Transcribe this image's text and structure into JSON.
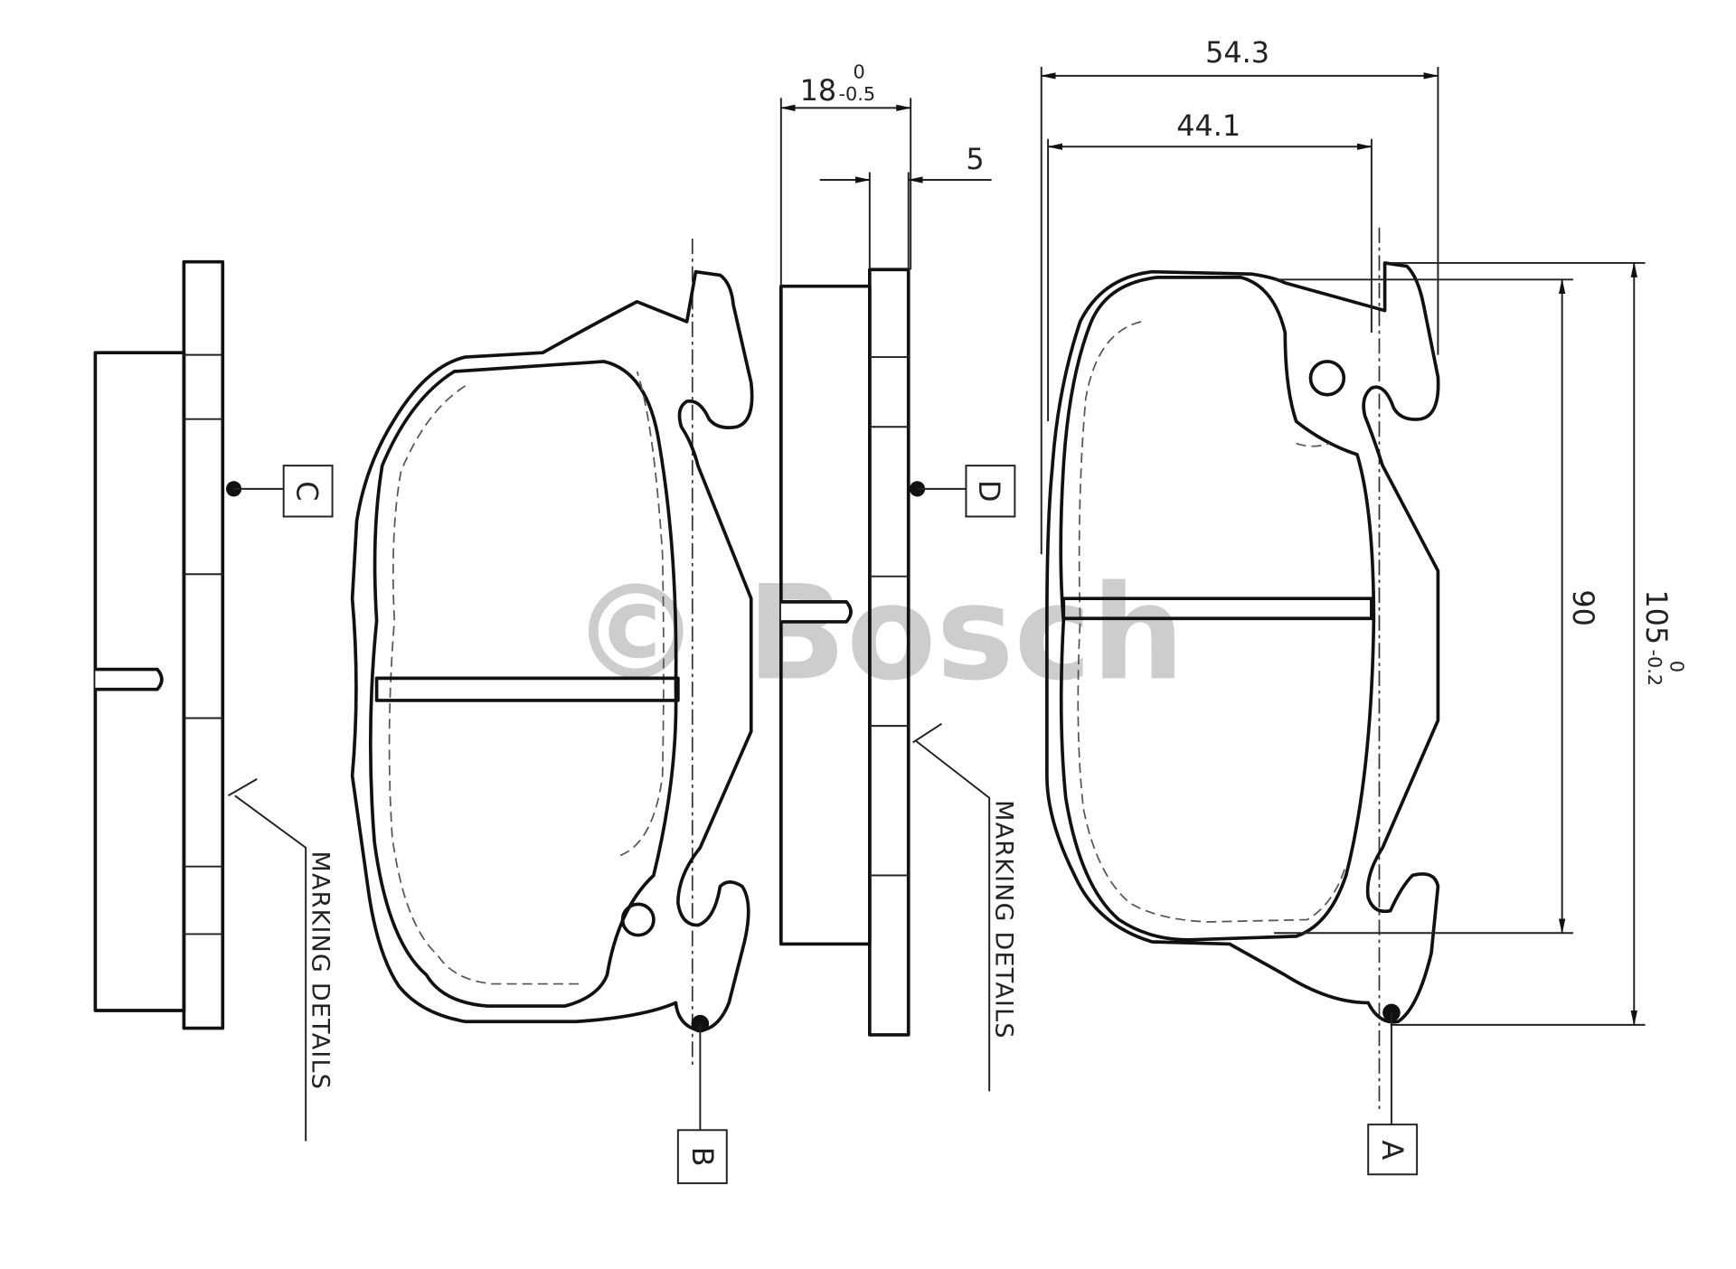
{
  "title": "Brake pad set technical drawing",
  "watermark": "© Bosch",
  "callouts": {
    "a": "A",
    "b": "B",
    "c": "C",
    "d": "D"
  },
  "marking_left": "MARKING  DETAILS",
  "marking_mid": "MARKING  DETAILS",
  "dimensions": {
    "thickness": {
      "value": "18",
      "upper": "0",
      "lower": "-0.5"
    },
    "backplate": {
      "value": "5"
    },
    "width_total": {
      "value": "54.3"
    },
    "width_inner": {
      "value": "44.1"
    },
    "height_inner": {
      "value": "90"
    },
    "height_total": {
      "value": "105",
      "upper": "0",
      "lower": "-0.2"
    }
  },
  "colors": {
    "line": "#111111",
    "watermark": "#bdbdbd"
  }
}
